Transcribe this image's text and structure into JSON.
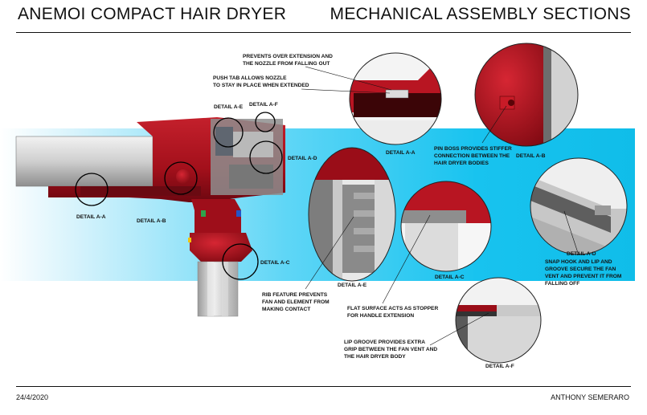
{
  "header": {
    "title_left": "ANEMOI COMPACT HAIR DRYER",
    "title_right": "MECHANICAL ASSEMBLY SECTIONS"
  },
  "footer": {
    "date": "24/4/2020",
    "author": "ANTHONY SEMERARO"
  },
  "body_labels": {
    "detail_a_a": "DETAIL A-A",
    "detail_a_b": "DETAIL A-B",
    "detail_a_c": "DETAIL A-C",
    "detail_a_d": "DETAIL A-D",
    "detail_a_e": "DETAIL A-E",
    "detail_a_f": "DETAIL A-F"
  },
  "detail_labels": {
    "a_a": "DETAIL A-A",
    "a_b": "DETAIL A-B",
    "a_c": "DETAIL A-C",
    "a_d": "DETAIL A-D",
    "a_e": "DETAIL A-E",
    "a_f": "DETAIL A-F"
  },
  "annotations": {
    "overextension": [
      "PREVENTS OVER EXTENSION AND",
      "THE NOZZLE FROM FALLING OUT"
    ],
    "push_tab": [
      "PUSH TAB ALLOWS NOZZLE",
      "TO STAY IN PLACE WHEN EXTENDED"
    ],
    "pin_boss": [
      "PIN BOSS PROVIDES STIFFER",
      "CONNECTION BETWEEN THE",
      "HAIR DRYER BODIES"
    ],
    "snap_hook": [
      "SNAP HOOK AND LIP AND",
      "GROOVE SECURE THE FAN",
      "VENT AND PREVENT IT FROM",
      "FALLING OFF"
    ],
    "rib_feature": [
      "RIB FEATURE PREVENTS",
      "FAN AND ELEMENT FROM",
      "MAKING CONTACT"
    ],
    "flat_surface": [
      "FLAT SURFACE ACTS AS STOPPER",
      "FOR HANDLE EXTENSION"
    ],
    "lip_groove": [
      "LIP GROOVE PROVIDES EXTRA",
      "GRIP BETWEEN THE FAN VENT AND",
      "THE HAIR DRYER BODY"
    ]
  },
  "colors": {
    "body_red": "#b3121e",
    "dark_red": "#7a0810",
    "cyan_band": "#22c8f0",
    "silver": "#c9c9c9"
  }
}
